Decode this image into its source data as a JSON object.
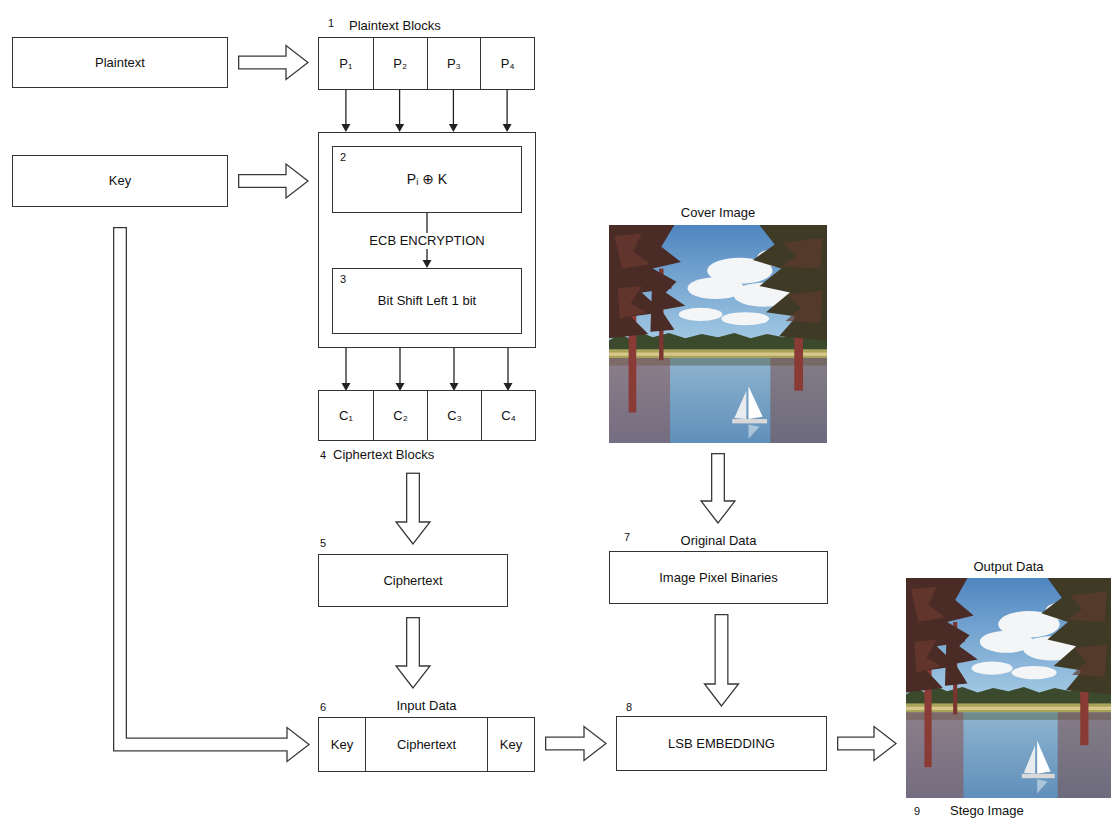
{
  "diagram": {
    "nodes": [
      {
        "text": [
          "Plaintext"
        ]
      },
      {
        "text": [
          "Plaintext Blocks"
        ]
      },
      {
        "text": [
          "P₁"
        ],
        "in": 1
      },
      {
        "text": [
          "P₂"
        ],
        "in": 1
      },
      {
        "text": [
          "P₃"
        ],
        "in": 1
      },
      {
        "text": [
          "P₄"
        ],
        "in": 1
      },
      {
        "text": [
          "Key"
        ]
      },
      {
        "text": [
          "ECB ENCRYPTION"
        ]
      },
      {
        "text": [
          "2",
          "Pᵢ ⊕ K"
        ],
        "in": 7
      },
      {
        "text": [
          "3",
          "Bit Shift Left 1 bit"
        ],
        "in": 7
      },
      {
        "text": [
          "Ciphertext Blocks"
        ]
      },
      {
        "text": [
          "C₁"
        ],
        "in": 10
      },
      {
        "text": [
          "C₂"
        ],
        "in": 10
      },
      {
        "text": [
          "C₃"
        ],
        "in": 10
      },
      {
        "text": [
          "C₄"
        ],
        "in": 10
      },
      {
        "text": [
          "Ciphertext"
        ]
      },
      {
        "text": [
          "Input Data"
        ]
      },
      {
        "text": [
          "Key"
        ],
        "in": 16
      },
      {
        "text": [
          "Ciphertext"
        ],
        "in": 16
      },
      {
        "text": [
          "Key"
        ],
        "in": 16
      },
      {
        "text": [
          "Cover Image"
        ]
      },
      {
        "text": [
          "Original Data",
          "Image Pixel Binaries"
        ]
      },
      {
        "text": [
          "LSB EMBEDDING"
        ]
      },
      {
        "text": [
          "Output Data",
          "Stego Image"
        ]
      }
    ],
    "edges": [
      {
        "from": 0,
        "to": 1,
        "arrow": "to"
      },
      {
        "from": 2,
        "to": 7,
        "arrow": "to"
      },
      {
        "from": 3,
        "to": 7,
        "arrow": "to"
      },
      {
        "from": 4,
        "to": 7,
        "arrow": "to"
      },
      {
        "from": 5,
        "to": 7,
        "arrow": "to"
      },
      {
        "from": 6,
        "to": 7,
        "arrow": "to"
      },
      {
        "from": 8,
        "to": 9,
        "arrow": "to"
      },
      {
        "from": 7,
        "to": 11,
        "arrow": "to"
      },
      {
        "from": 7,
        "to": 12,
        "arrow": "to"
      },
      {
        "from": 7,
        "to": 13,
        "arrow": "to"
      },
      {
        "from": 7,
        "to": 14,
        "arrow": "to"
      },
      {
        "from": 10,
        "to": 15,
        "arrow": "to"
      },
      {
        "from": 15,
        "to": 16,
        "arrow": "to"
      },
      {
        "from": 6,
        "to": 17,
        "arrow": "to"
      },
      {
        "from": 20,
        "to": 21,
        "arrow": "to"
      },
      {
        "from": 21,
        "to": 22,
        "arrow": "to"
      },
      {
        "from": 16,
        "to": 22,
        "arrow": "to"
      },
      {
        "from": 22,
        "to": 23,
        "arrow": "to"
      }
    ],
    "labels": [
      "1",
      "4",
      "5",
      "6",
      "7",
      "8",
      "9"
    ]
  }
}
